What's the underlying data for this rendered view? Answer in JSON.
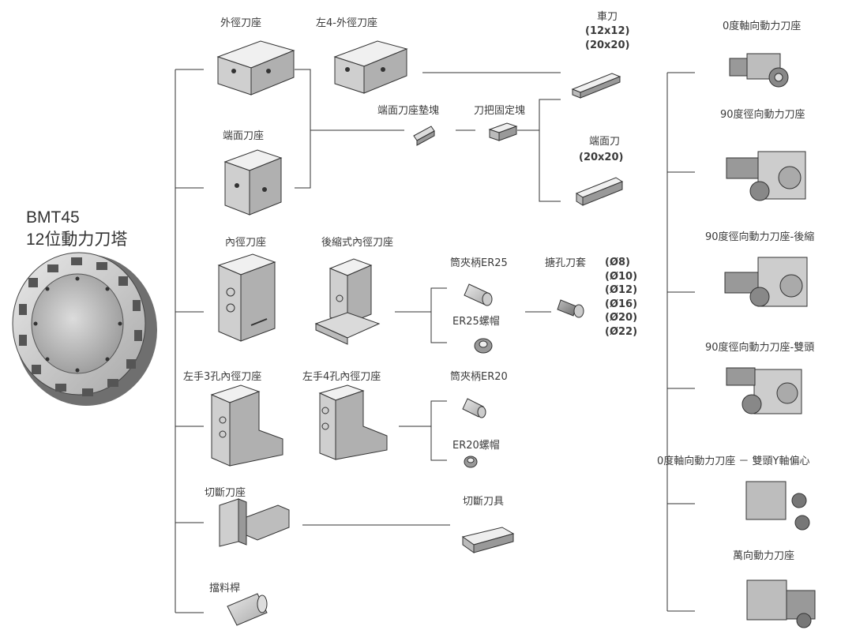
{
  "title": {
    "line1": "BMT45",
    "line2": "12位動力刀塔"
  },
  "holders": {
    "od": "外徑刀座",
    "od_left4": "左4-外徑刀座",
    "face": "端面刀座",
    "id": "內徑刀座",
    "id_rear": "後縮式內徑刀座",
    "id_left3": "左手3孔內徑刀座",
    "id_left4": "左手4孔內徑刀座",
    "cutoff": "切斷刀座",
    "bar_stop": "擋料桿"
  },
  "tools": {
    "turning_name": "車刀",
    "turning_size1": "(12x12)",
    "turning_size2": "(20x20)",
    "face_spacer": "端面刀座墊塊",
    "shank_clamp": "刀把固定塊",
    "face_tool_name": "端面刀",
    "face_tool_size": "(20x20)",
    "collet_er25": "筒夾柄ER25",
    "nut_er25": "ER25螺帽",
    "boring_sleeve": "搪孔刀套",
    "boring_sizes": [
      "(Ø8)",
      "(Ø10)",
      "(Ø12)",
      "(Ø16)",
      "(Ø20)",
      "(Ø22)"
    ],
    "collet_er20": "筒夾柄ER20",
    "nut_er20": "ER20螺帽",
    "cutoff_tool": "切斷刀具"
  },
  "live_tools": [
    "0度軸向動力刀座",
    "90度徑向動力刀座",
    "90度徑向動力刀座-後縮",
    "90度徑向動力刀座-雙頭",
    "0度軸向動力刀座 － 雙頭Y軸偏心",
    "萬向動力刀座"
  ]
}
